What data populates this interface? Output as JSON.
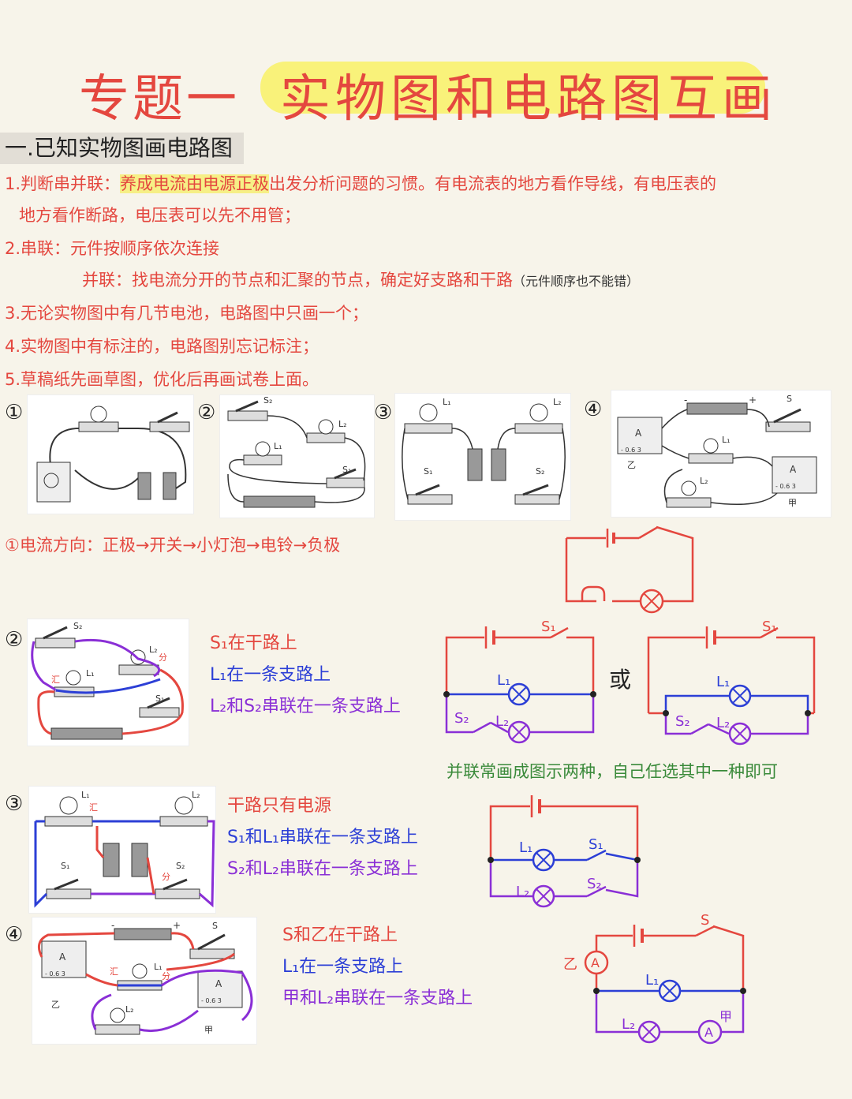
{
  "title": {
    "prefix": "专题一",
    "main": "实物图和电路图互画"
  },
  "section1": {
    "heading": "一.已知实物图画电路图"
  },
  "rules": {
    "r1_a": "1.判断串并联：",
    "r1_hl": "养成电流由电源正极",
    "r1_b": "出发分析问题的习惯。有电流表的地方看作导线，有电压表的",
    "r1_c": "地方看作断路，电压表可以先不用管；",
    "r2_a": "2.串联：元件按顺序依次连接",
    "r2_b": "并联：找电流分开的节点和汇聚的节点，确定好支路和干路",
    "r2_note": "（元件顺序也不能错）",
    "r3": "3.无论实物图中有几节电池，电路图中只画一个；",
    "r4": "4.实物图中有标注的，电路图别忘记标注；",
    "r5": "5.草稿纸先画草图，优化后再画试卷上面。"
  },
  "figures": {
    "n1": "①",
    "n2": "②",
    "n3": "③",
    "n4": "④",
    "s": "S",
    "s1": "S₁",
    "s2": "S₂",
    "l1": "L₁",
    "l2": "L₂",
    "jia": "甲",
    "yi": "乙",
    "a": "A",
    "plus": "+",
    "minus": "-",
    "scale": "- 0.6 3"
  },
  "answer1": {
    "text": "①电流方向：正极→开关→小灯泡→电铃→负极"
  },
  "answer2": {
    "t1": "S₁在干路上",
    "t2": "L₁在一条支路上",
    "t3": "L₂和S₂串联在一条支路上",
    "or": "或",
    "note": "并联常画成图示两种，自己任选其中一种即可",
    "fen": "分",
    "hui": "汇"
  },
  "answer3": {
    "t1": "干路只有电源",
    "t2": "S₁和L₁串联在一条支路上",
    "t3": "S₂和L₂串联在一条支路上"
  },
  "answer4": {
    "t1": "S和乙在干路上",
    "t2": "L₁在一条支路上",
    "t3": "甲和L₂串联在一条支路上"
  },
  "colors": {
    "red": "#e4473f",
    "blue": "#2c3fd6",
    "purple": "#8a2fd6",
    "green": "#3a8a3a",
    "highlight": "#f9f27a"
  }
}
